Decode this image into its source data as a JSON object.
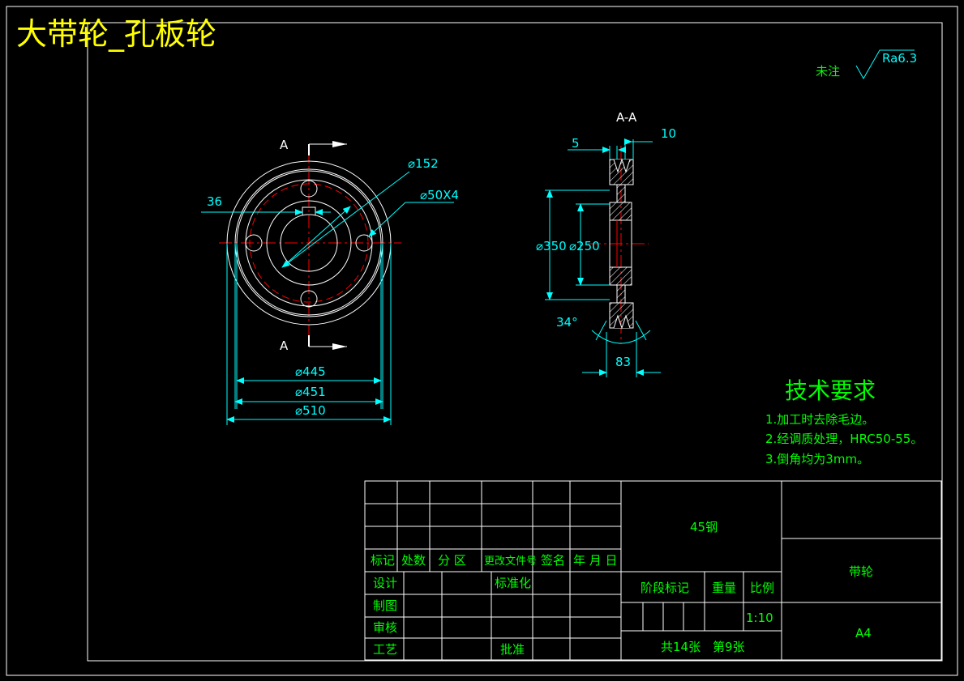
{
  "drawing_title": "大带轮_孔板轮",
  "surface_note": {
    "label": "未注",
    "roughness": "Ra6.3"
  },
  "front_view": {
    "section_mark_top": "A",
    "section_mark_bottom": "A",
    "dims": {
      "keyway": "36",
      "pitch_circle": "⌀152",
      "holes": "⌀50X4",
      "d445": "⌀445",
      "d451": "⌀451",
      "d510": "⌀510"
    }
  },
  "section_view": {
    "title": "A-A",
    "dims": {
      "d5": "5",
      "d10": "10",
      "d350": "⌀350",
      "d250": "⌀250",
      "angle": "34°",
      "d83": "83"
    }
  },
  "tech_requirements": {
    "title": "技术要求",
    "items": [
      "1.加工时去除毛边。",
      "2.经调质处理，HRC50-55。",
      "3.倒角均为3mm。"
    ]
  },
  "title_block": {
    "material": "45钢",
    "part_name": "带轮",
    "sheet_size": "A4",
    "headers": [
      "标记",
      "处数",
      "分 区",
      "更改文件号",
      "签名",
      "年 月 日"
    ],
    "rows": [
      "设计",
      "制图",
      "审核",
      "工艺"
    ],
    "standardize": "标准化",
    "approve": "批准",
    "stage_mark": "阶段标记",
    "weight": "重量",
    "scale_label": "比例",
    "scale": "1:10",
    "total_sheets": "共14张",
    "sheet_no": "第9张"
  },
  "colors": {
    "background": "#000000",
    "frame": "#ffffff",
    "dimension": "#00ffff",
    "centerline": "#ff0000",
    "text_green": "#00ff00",
    "title_yellow": "#ffff00"
  }
}
